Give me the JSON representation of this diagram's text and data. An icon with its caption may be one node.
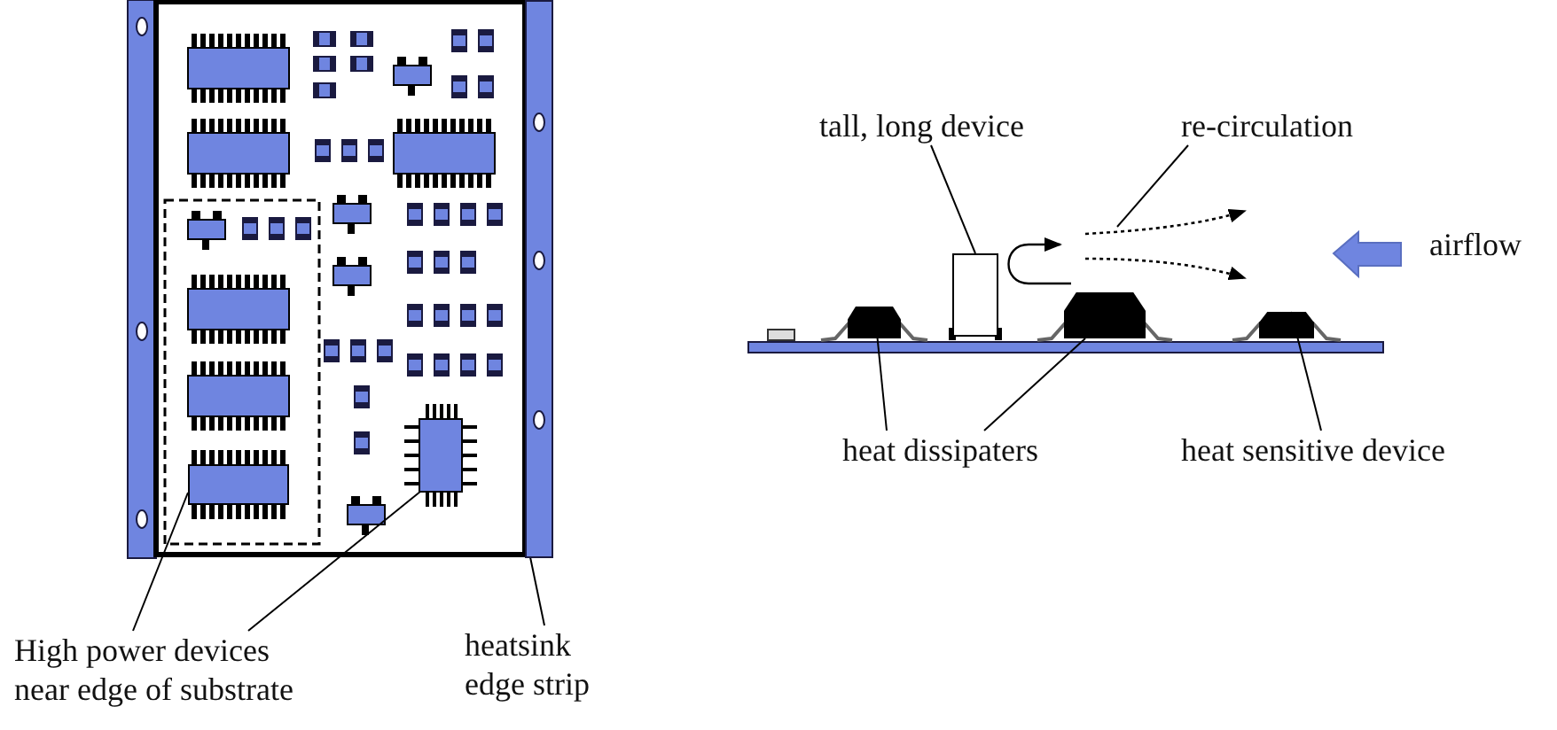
{
  "diagram": {
    "nodes": [
      {
        "text": [
          "High power devices near edge of substrate"
        ]
      },
      {
        "text": [],
        "shape": "box"
      },
      {
        "text": [],
        "shape": "box"
      },
      {
        "text": [
          "heatsink edge strip"
        ]
      },
      {
        "text": [],
        "shape": "bar"
      },
      {
        "text": [
          "tall, long device"
        ]
      },
      {
        "text": [],
        "shape": "box"
      },
      {
        "text": [
          "re-circulation"
        ]
      },
      {
        "text": [
          "heat dissipaters"
        ]
      },
      {
        "text": [],
        "shape": "box"
      },
      {
        "text": [],
        "shape": "box"
      },
      {
        "text": [
          "heat sensitive device"
        ]
      },
      {
        "text": [],
        "shape": "box"
      }
    ],
    "edges": [
      {
        "from": 0,
        "to": 1,
        "arrow": "none"
      },
      {
        "from": 0,
        "to": 2,
        "arrow": "none"
      },
      {
        "from": 3,
        "to": 4,
        "arrow": "none"
      },
      {
        "from": 5,
        "to": 6,
        "arrow": "none"
      },
      {
        "from": 7,
        "to": null,
        "arrow": "none"
      },
      {
        "from": 8,
        "to": 9,
        "arrow": "none"
      },
      {
        "from": 8,
        "to": 10,
        "arrow": "none"
      },
      {
        "from": 11,
        "to": 12,
        "arrow": "none"
      }
    ],
    "labels": [
      "airflow"
    ]
  }
}
